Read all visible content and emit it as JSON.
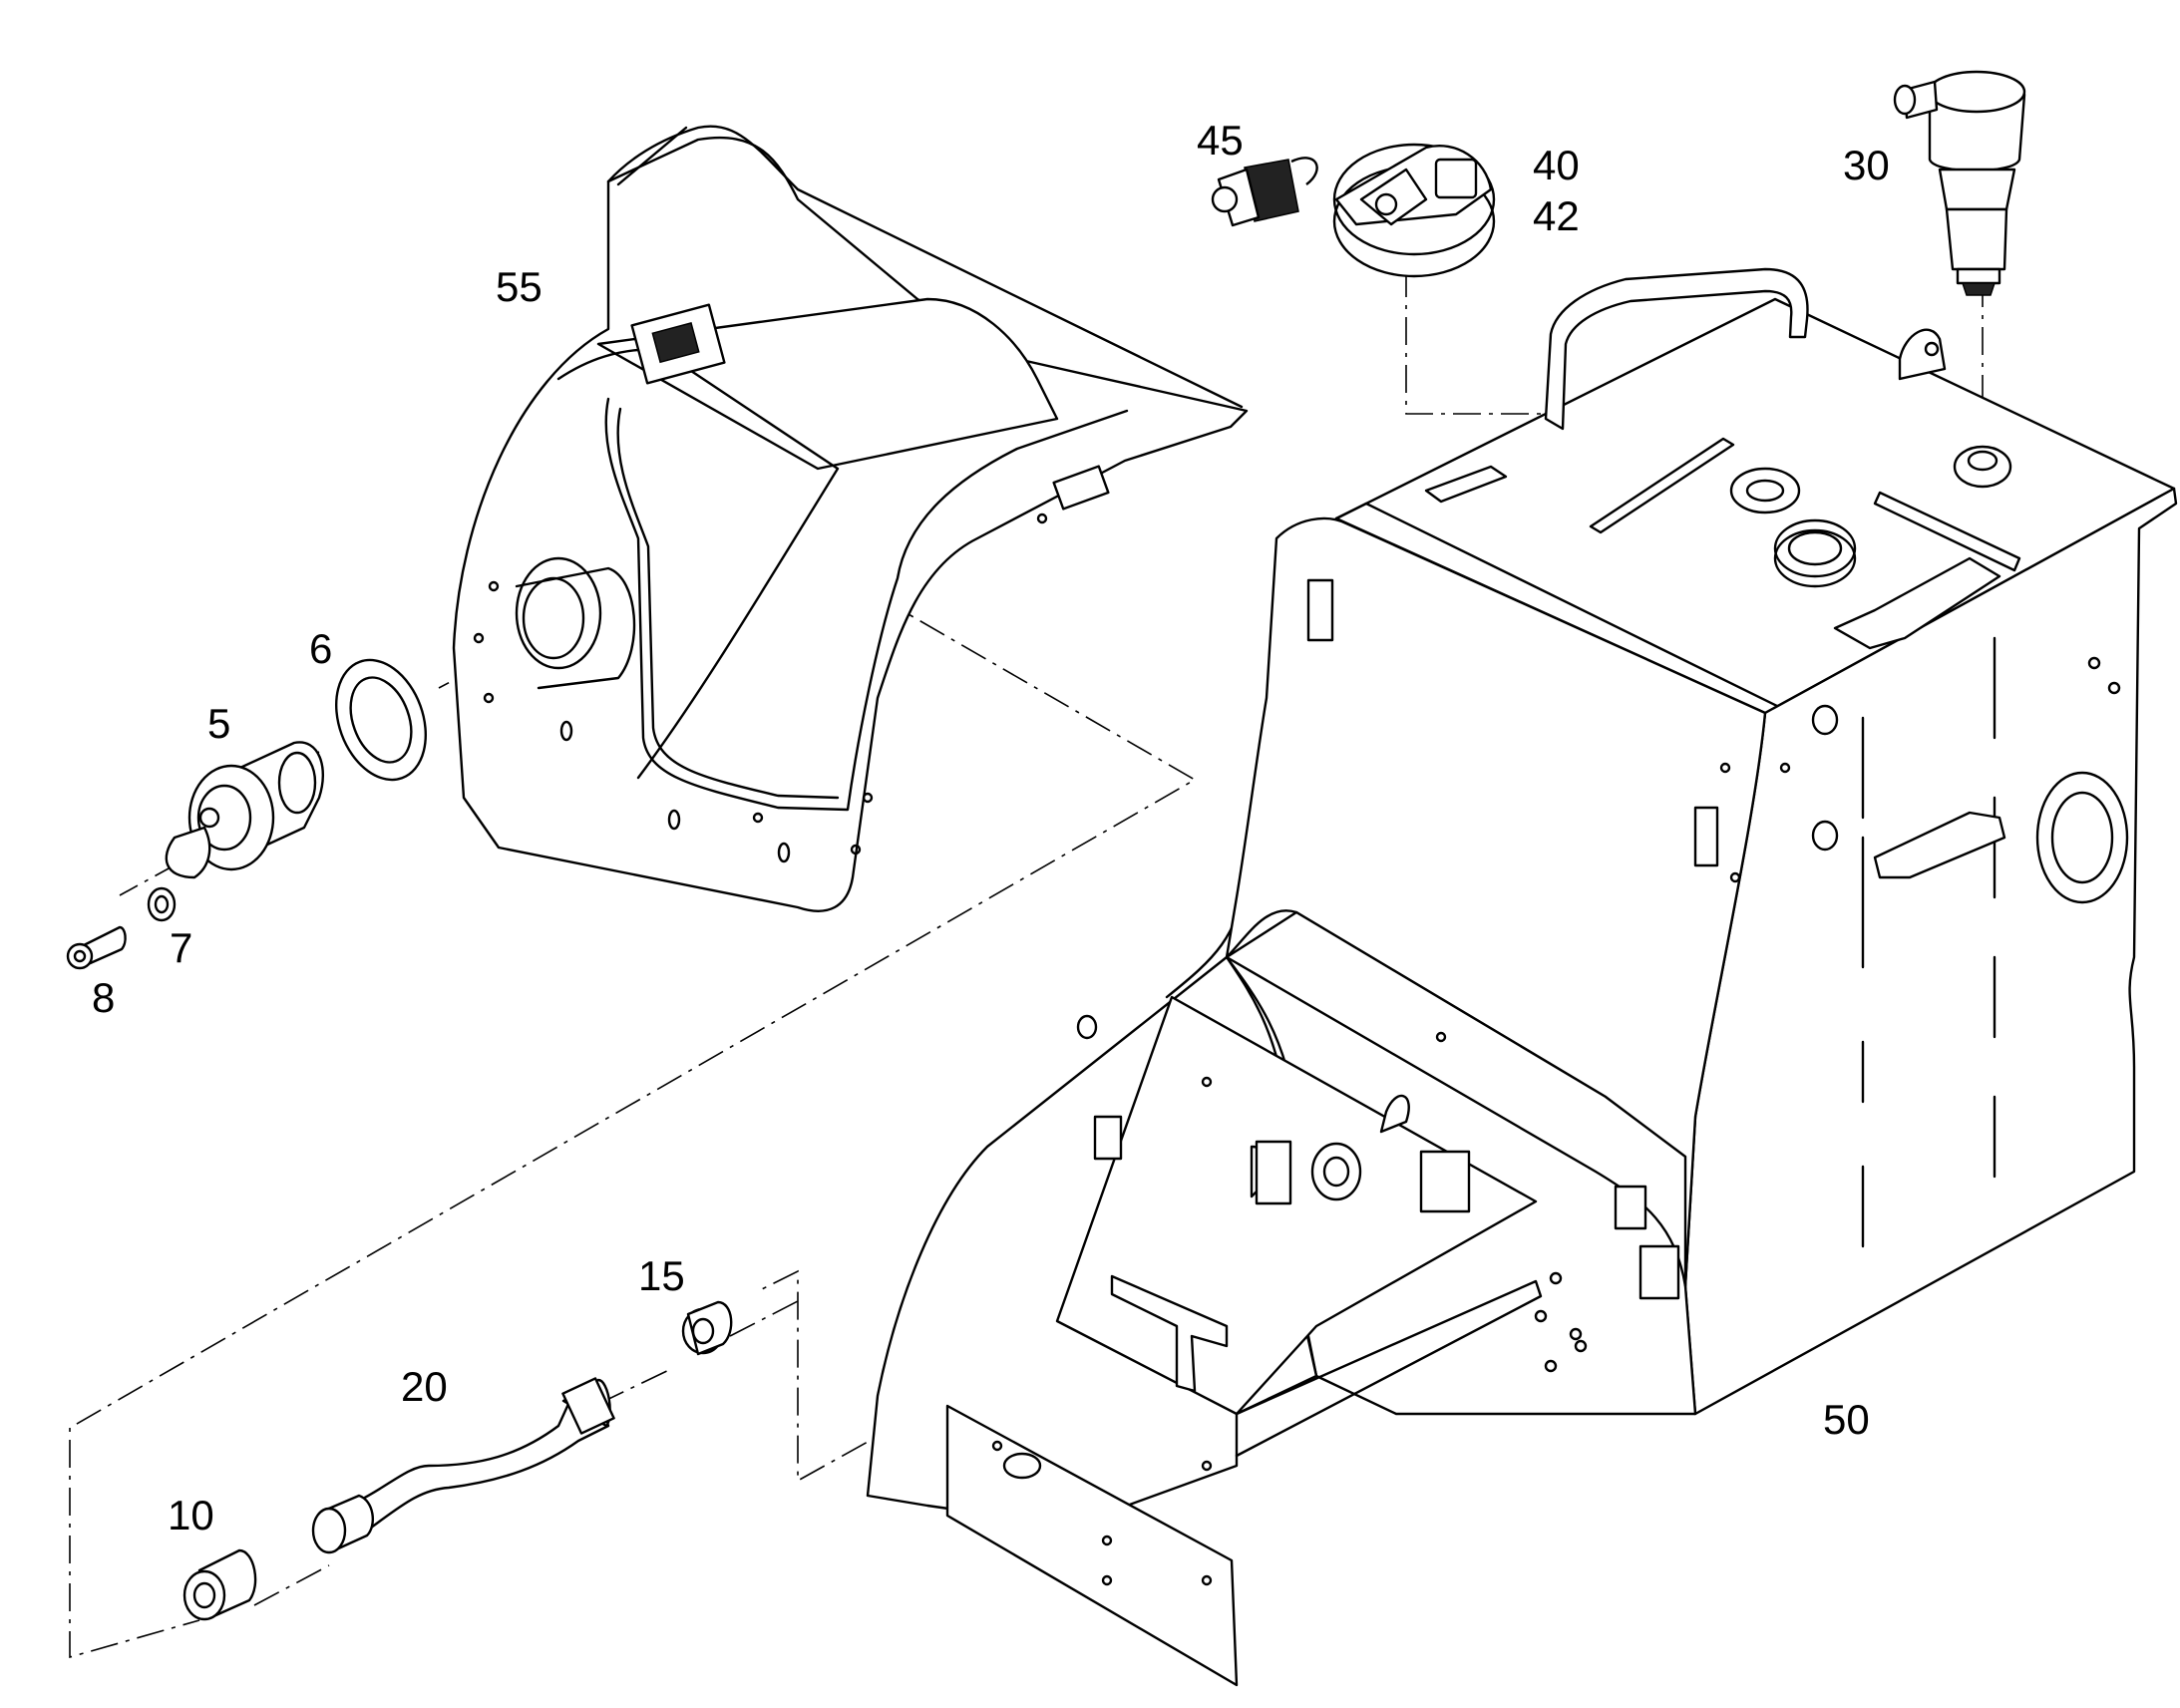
{
  "callouts": {
    "p5": "5",
    "p6": "6",
    "p7": "7",
    "p8": "8",
    "p10": "10",
    "p15": "15",
    "p20": "20",
    "p30": "30",
    "p40": "40",
    "p42": "42",
    "p45": "45",
    "p50": "50",
    "p55": "55"
  }
}
